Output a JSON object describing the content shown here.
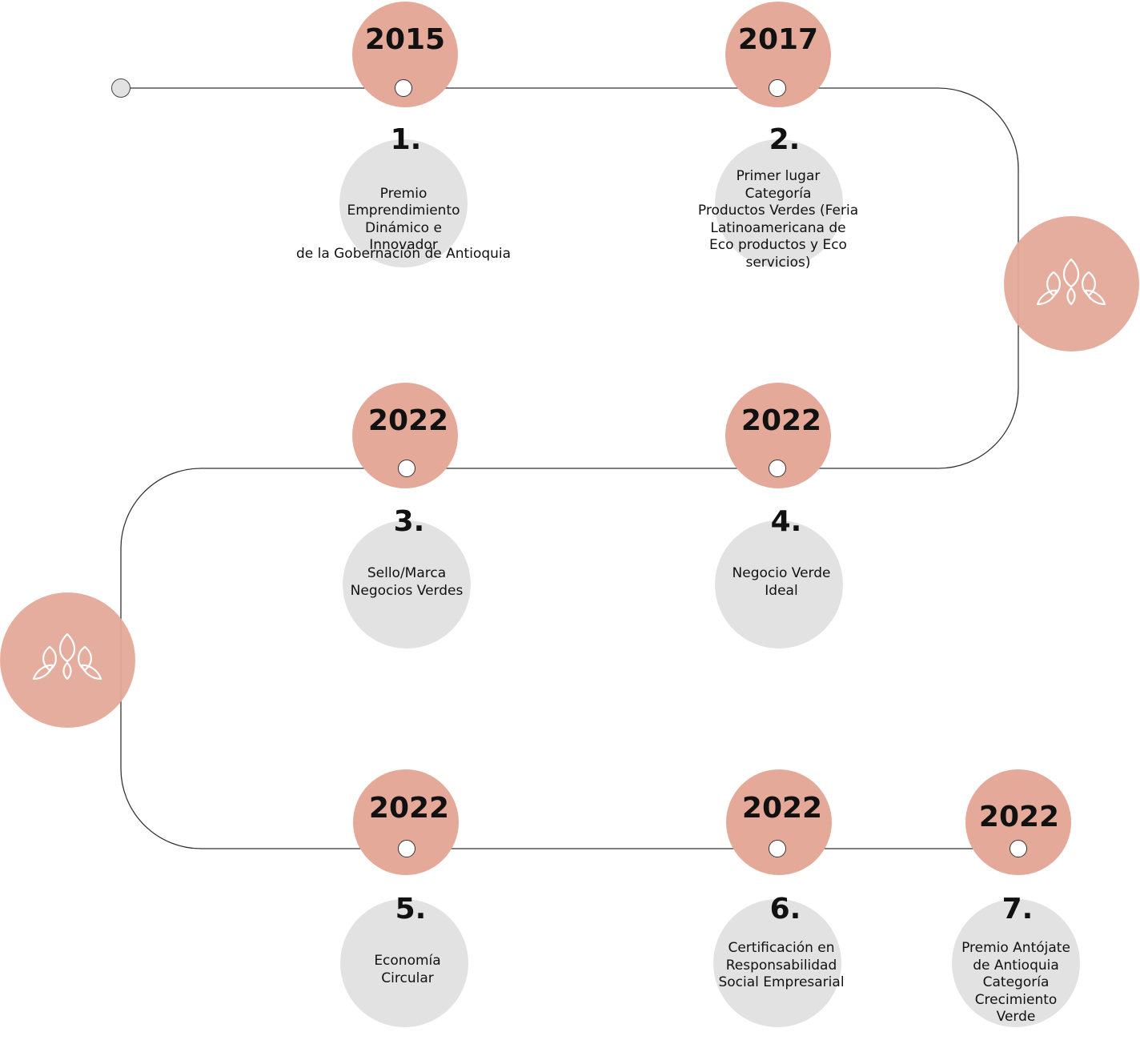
{
  "colors": {
    "year_circle": "#e4a998",
    "description_circle": "#e2e2e2",
    "path_line": "#333333",
    "leaf_icon": "#ffffff"
  },
  "icons": [
    "leaf-cluster-icon",
    "leaf-cluster-icon"
  ],
  "milestones": [
    {
      "year": "2015",
      "number": "1.",
      "text": "Premio\nEmprendimiento\nDinámico e\nInnovador",
      "subtext": "de la Gobernación de Antioquia"
    },
    {
      "year": "2017",
      "number": "2.",
      "text": "Primer lugar\nCategoría\nProductos Verdes (Feria\nLatinoamericana de\nEco productos y Eco\nservicios)"
    },
    {
      "year": "2022",
      "number": "3.",
      "text": "Sello/Marca\nNegocios Verdes"
    },
    {
      "year": "2022",
      "number": "4.",
      "text": "Negocio Verde\nIdeal"
    },
    {
      "year": "2022",
      "number": "5.",
      "text": "Economía\nCircular"
    },
    {
      "year": "2022",
      "number": "6.",
      "text": "Certificación en\nResponsabilidad\nSocial Empresarial"
    },
    {
      "year": "2022",
      "number": "7.",
      "text": "Premio Antójate\nde Antioquia\nCategoría\nCrecimiento\nVerde"
    }
  ]
}
